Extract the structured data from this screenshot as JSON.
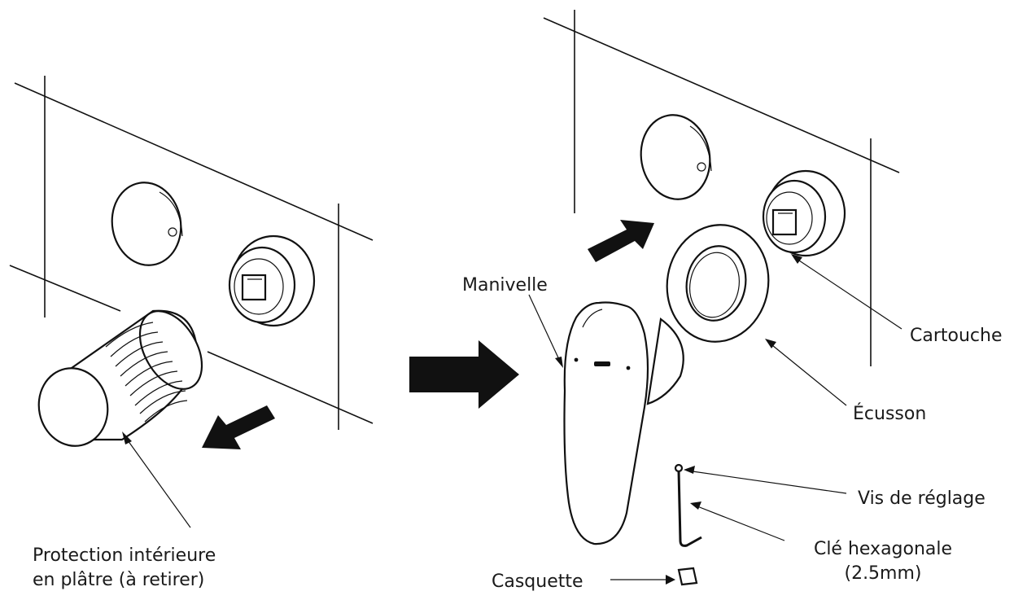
{
  "labels": {
    "protection_line1": "Protection intérieure",
    "protection_line2": "en plâtre (à retirer)",
    "manivelle": "Manivelle",
    "cartouche": "Cartouche",
    "ecusson": "Écusson",
    "vis": "Vis de réglage",
    "cle_line1": "Clé hexagonale",
    "cle_line2": "(2.5mm)",
    "casquette": "Casquette"
  }
}
